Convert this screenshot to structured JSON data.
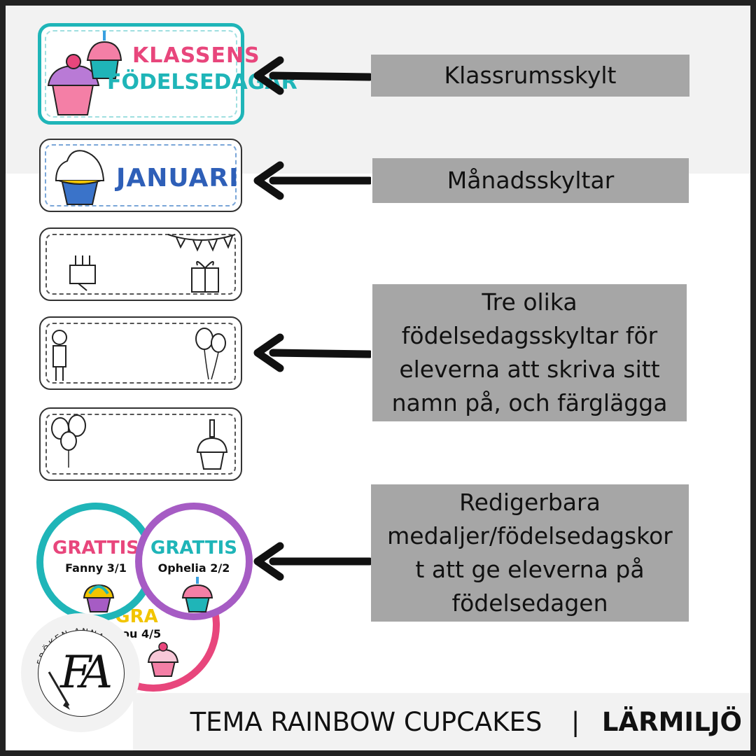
{
  "signs": {
    "class_sign": {
      "line1": "KLASSENS",
      "line2": "FÖDELSEDAGAR"
    },
    "month_sign": {
      "month": "JANUARI"
    }
  },
  "labels": {
    "classroom": "Klassrumsskylt",
    "months": "Månadsskyltar",
    "birthday_signs": [
      "Tre olika",
      "födelsedagsskyltar för",
      "eleverna att skriva sitt",
      "namn på, och färglägga"
    ],
    "medals": [
      "Redigerbara",
      "medaljer/födelsedagskor",
      "t att ge eleverna på",
      "födelsedagen"
    ]
  },
  "medals": [
    {
      "title": "GRATTIS",
      "name": "Fanny 3/1",
      "color": "#1fb5b8",
      "title_color": "#e8467c"
    },
    {
      "title": "GRATTIS",
      "name": "Ophelia 2/2",
      "color": "#a65cc4",
      "title_color": "#1fb5b8"
    },
    {
      "title": "GRA",
      "name": "Lou 4/5",
      "color": "#e8467c",
      "title_color": "#f2c500"
    }
  ],
  "logo": {
    "arc_text": "FRÖKEN ANNA",
    "monogram": "FA"
  },
  "footer": {
    "theme": "TEMA RAINBOW CUPCAKES",
    "separator": "|",
    "category": "LÄRMILJÖ"
  },
  "colors": {
    "teal": "#1fb5b8",
    "pink": "#e8467c",
    "purple": "#a65cc4",
    "blue": "#2e5fb8",
    "label_gray": "#a6a6a6"
  }
}
